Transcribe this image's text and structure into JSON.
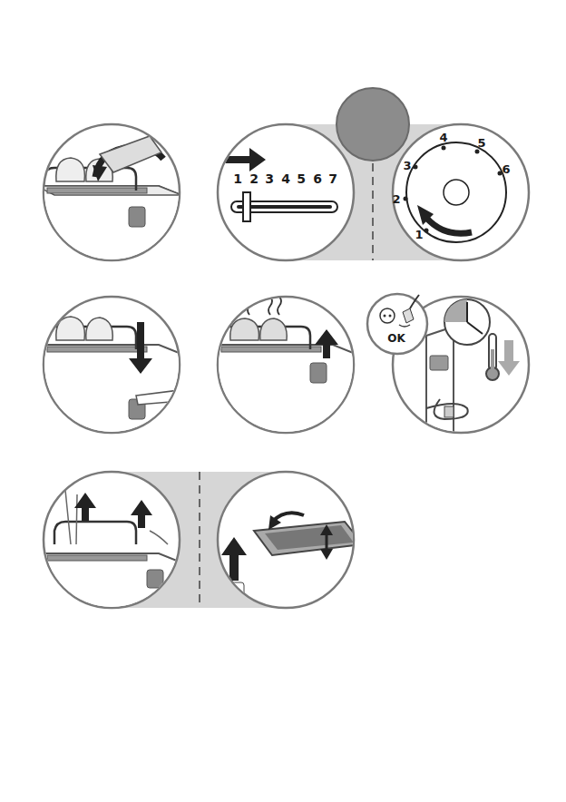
{
  "diagram": {
    "labels": [
      "1",
      "2",
      "3",
      "4",
      "5",
      "6",
      "7",
      "4",
      "5",
      "3",
      "6",
      "2",
      "1",
      "OK"
    ]
  }
}
